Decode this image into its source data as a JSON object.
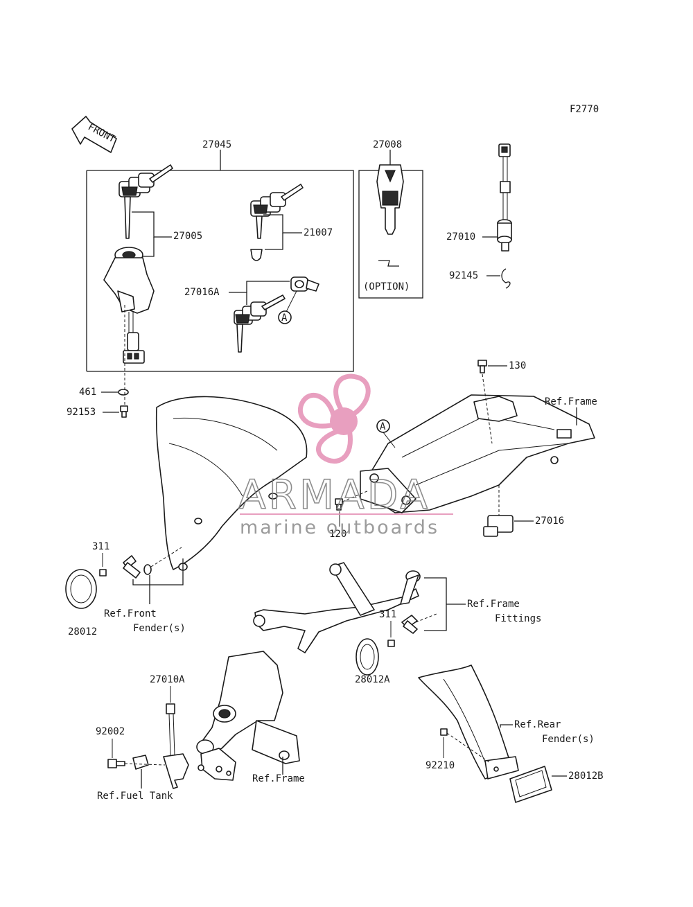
{
  "figure_code": "F2770",
  "front_label": "FRONT",
  "option_label": "(OPTION)",
  "ref_marker": "A",
  "part_numbers": {
    "p27045": "27045",
    "p27008": "27008",
    "p27005": "27005",
    "p21007": "21007",
    "p27016A": "27016A",
    "p27010": "27010",
    "p92145": "92145",
    "p461": "461",
    "p92153": "92153",
    "p130": "130",
    "p120": "120",
    "p27016": "27016",
    "p311a": "311",
    "p311b": "311",
    "p28012": "28012",
    "p28012A": "28012A",
    "p28012B": "28012B",
    "p27010A": "27010A",
    "p92002": "92002",
    "p92210": "92210"
  },
  "references": {
    "ref_frame_top": "Ref.Frame",
    "ref_front_fender_1": "Ref.Front",
    "ref_front_fender_2": "Fender(s)",
    "ref_frame_fittings_1": "Ref.Frame",
    "ref_frame_fittings_2": "Fittings",
    "ref_rear_fender_1": "Ref.Rear",
    "ref_rear_fender_2": "Fender(s)",
    "ref_frame_bottom": "Ref.Frame",
    "ref_fuel_tank": "Ref.Fuel Tank"
  },
  "watermark": {
    "brand": "ARMADA",
    "tagline": "marine outboards",
    "color": "#e48fb4",
    "text_color": "#7a7a7a"
  },
  "colors": {
    "ink": "#1a1a1a",
    "background": "#ffffff"
  }
}
